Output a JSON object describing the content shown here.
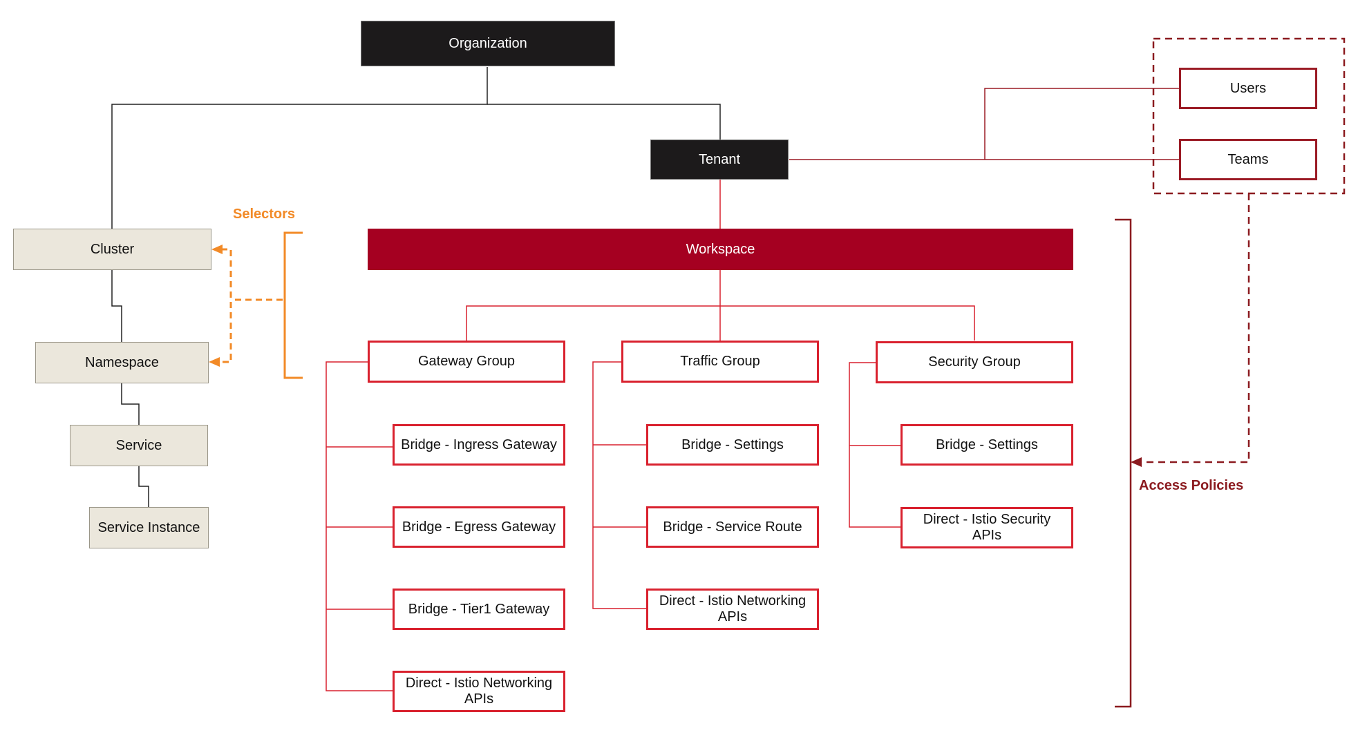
{
  "nodes": {
    "organization": "Organization",
    "tenant": "Tenant",
    "users": "Users",
    "teams": "Teams",
    "workspace": "Workspace",
    "cluster": "Cluster",
    "namespace": "Namespace",
    "service": "Service",
    "service_instance": "Service Instance",
    "gateway_group": "Gateway Group",
    "traffic_group": "Traffic Group",
    "security_group": "Security Group",
    "gw_ingress": "Bridge - Ingress Gateway",
    "gw_egress": "Bridge - Egress Gateway",
    "gw_tier1": "Bridge - Tier1 Gateway",
    "gw_direct": "Direct - Istio Networking APIs",
    "tr_settings": "Bridge - Settings",
    "tr_route": "Bridge - Service Route",
    "tr_direct": "Direct - Istio Networking APIs",
    "sec_settings": "Bridge - Settings",
    "sec_direct": "Direct - Istio Security APIs"
  },
  "labels": {
    "selectors": "Selectors",
    "access_policies": "Access Policies"
  },
  "colors": {
    "dark": "#1c1a1b",
    "workspace": "#a50021",
    "group_border": "#d9212e",
    "access": "#8b1a1f",
    "selectors": "#f28a27",
    "infra_fill": "#ebe7dc"
  }
}
